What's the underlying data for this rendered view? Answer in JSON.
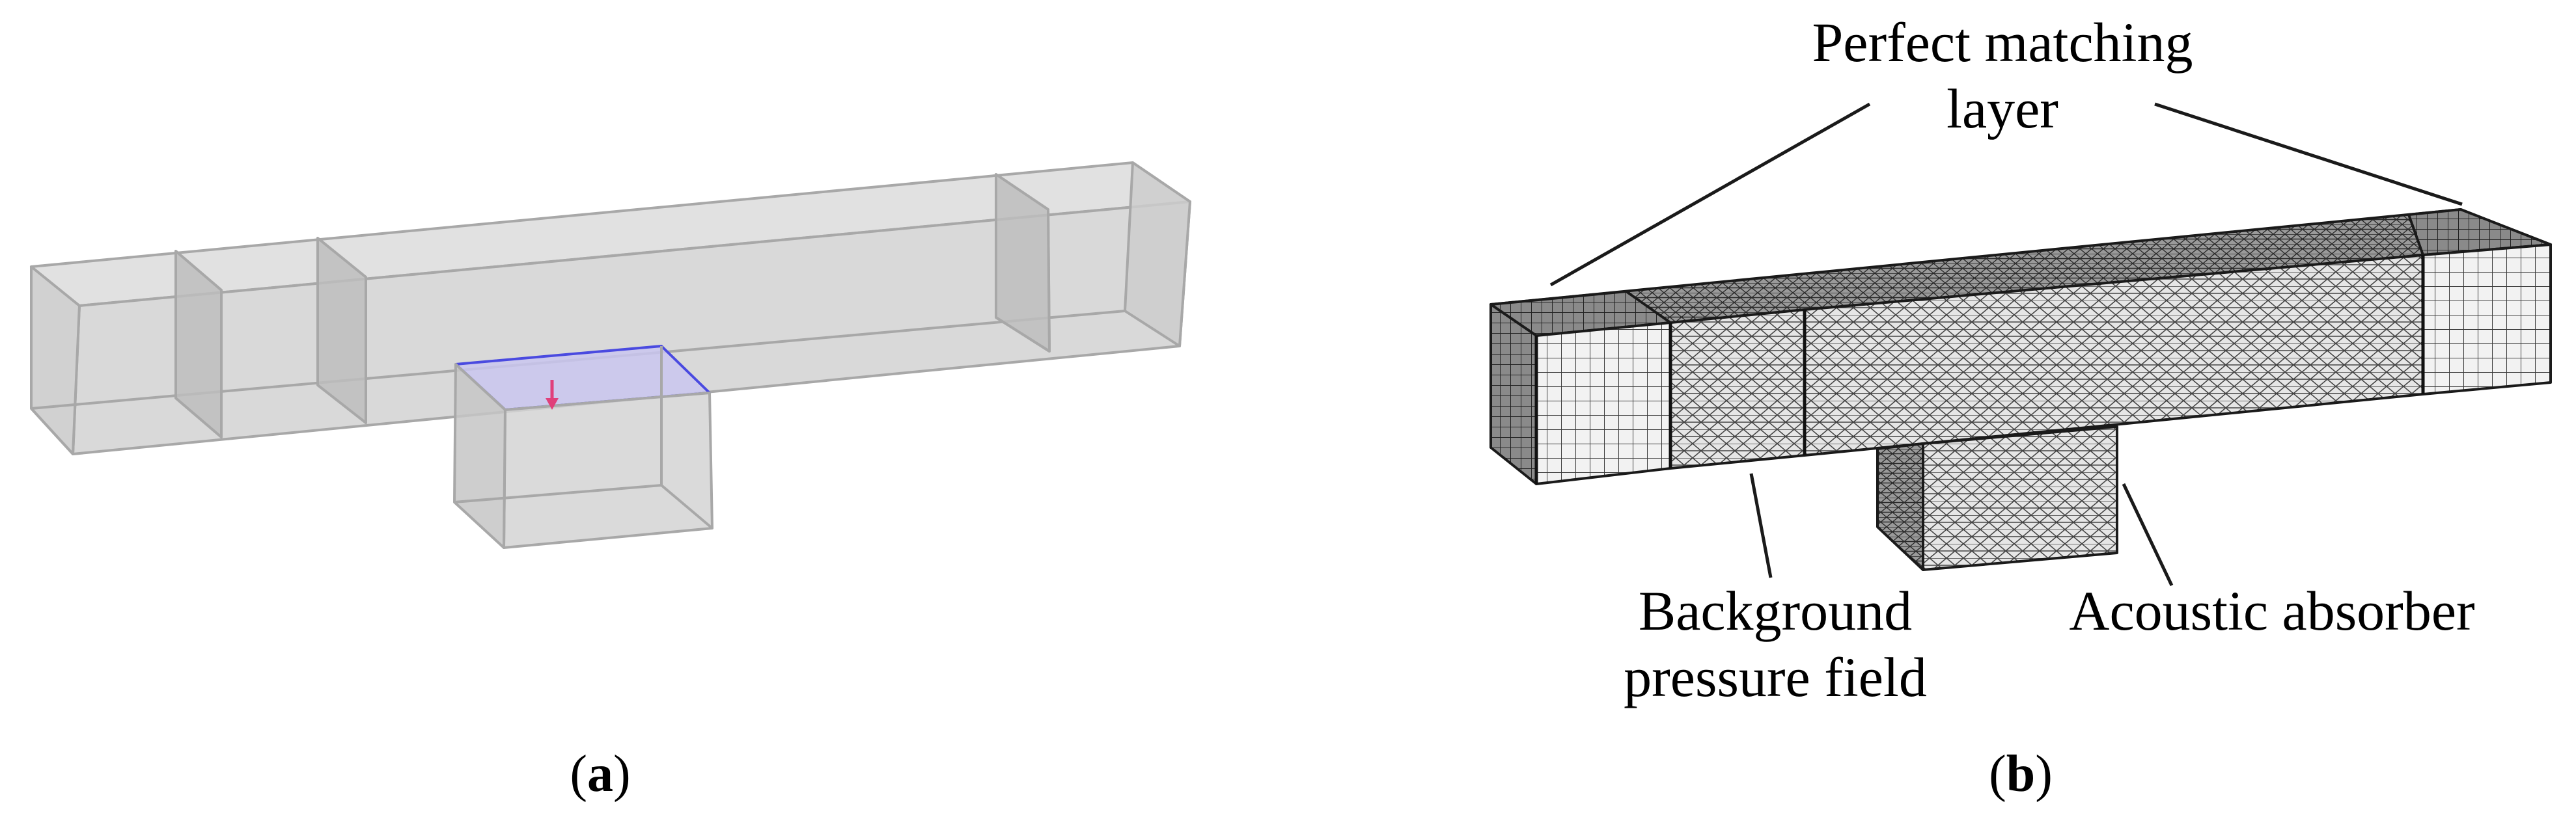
{
  "panel_a": {
    "caption_open": "(",
    "caption_letter": "a",
    "caption_close": ")"
  },
  "panel_b": {
    "caption_open": "(",
    "caption_letter": "b",
    "caption_close": ")",
    "labels": {
      "pml_line1": "Perfect matching",
      "pml_line2": "layer",
      "bg_line1": "Background",
      "bg_line2": "pressure field",
      "absorber": "Acoustic absorber"
    }
  },
  "colors": {
    "geometry_fill": "#d7d7d7",
    "geometry_edge": "#a8a8a8",
    "highlight_face": "#c9c6ee",
    "highlight_edge": "#4a4ae0",
    "arrow": "#e0407a",
    "mesh_line": "#3a3a3a",
    "mesh_bg": "#f2f2f2"
  }
}
